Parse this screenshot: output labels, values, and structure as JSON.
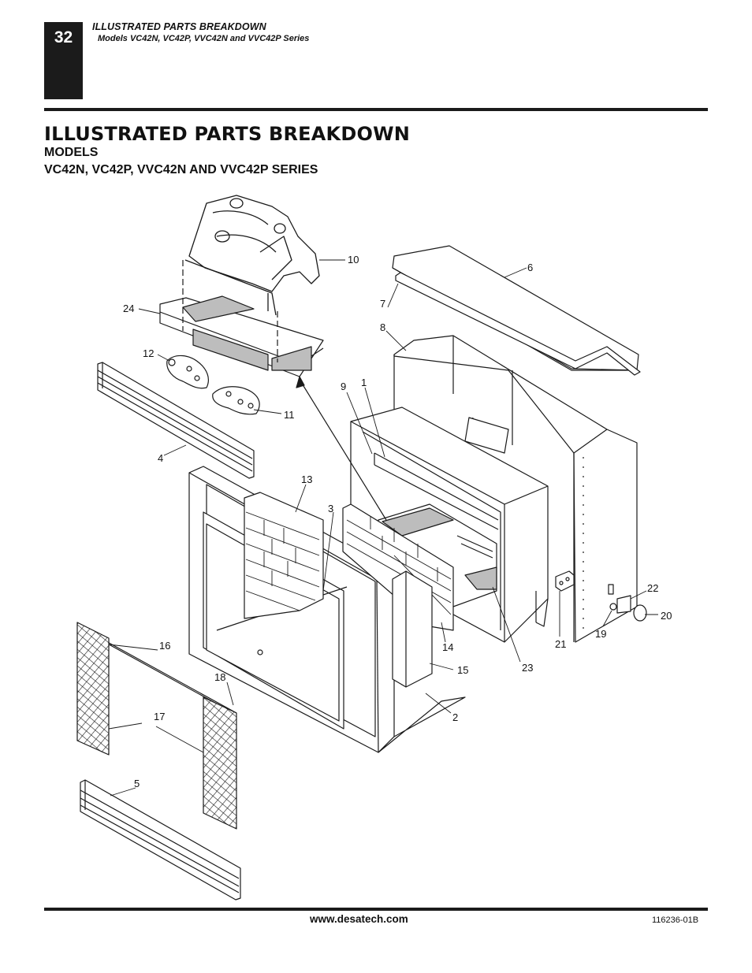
{
  "header": {
    "page_number": "32",
    "running_title": "ILLUSTRATED PARTS BREAKDOWN",
    "running_subtitle": "Models VC42N, VC42P, VVC42N and VVC42P Series"
  },
  "title": "ILLUSTRATED PARTS BREAKDOWN",
  "subtitle_line1": "MODELS",
  "subtitle_line2": "VC42N, VC42P, VVC42N AND VVC42P SERIES",
  "callouts": {
    "c1": "1",
    "c2": "2",
    "c3": "3",
    "c4": "4",
    "c5": "5",
    "c6": "6",
    "c7": "7",
    "c8": "8",
    "c9": "9",
    "c10": "10",
    "c11": "11",
    "c12": "12",
    "c13": "13",
    "c14": "14",
    "c15": "15",
    "c16": "16",
    "c17": "17",
    "c18": "18",
    "c19": "19",
    "c20": "20",
    "c21": "21",
    "c22": "22",
    "c23": "23",
    "c24": "24"
  },
  "footer": {
    "website": "www.desatech.com",
    "doc_number": "116236-01B"
  }
}
